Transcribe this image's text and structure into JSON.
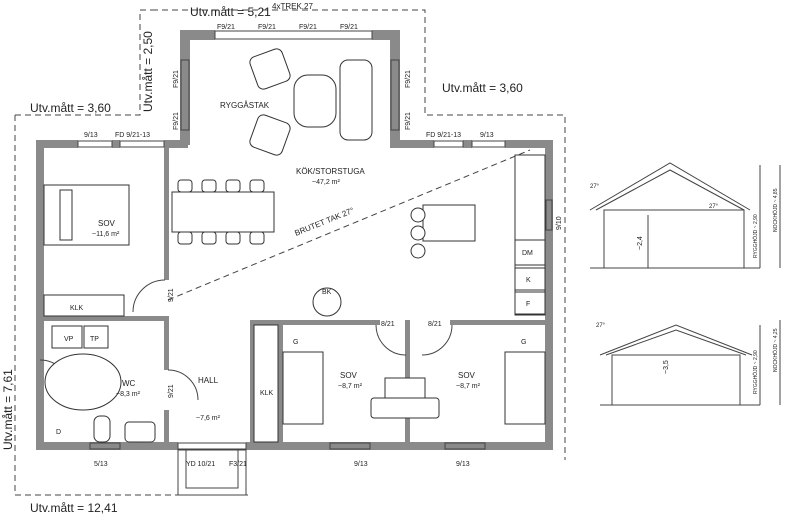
{
  "dimensions": {
    "top_center": "Utv.mått = 5,21",
    "trek": "4xTREK.27",
    "left_upper": "Utv.mått = 2,50",
    "left_wing": "Utv.mått = 3,60",
    "right_wing": "Utv.mått = 3,60",
    "left_side": "Utv.mått = 7,61",
    "bottom": "Utv.mått = 12,41"
  },
  "rooms": {
    "ryggastak": "RYGGÅSTAK",
    "kok": "KÖK/STORSTUGA",
    "kok_area": "~47,2 m²",
    "brutet": "BRUTET TAK 27°",
    "sov1": "SOV",
    "sov1_area": "~11,6 m²",
    "wc": "WC",
    "wc_area": "~8,3 m²",
    "hall": "HALL",
    "hall_area": "~7,6 m²",
    "sov2": "SOV",
    "sov2_area": "~8,7 m²",
    "sov3": "SOV",
    "sov3_area": "~8,7 m²"
  },
  "fixtures": {
    "klk1": "KLK",
    "klk2": "KLK",
    "vp": "VP",
    "tp": "TP",
    "d": "D",
    "bk": "BK",
    "dm": "DM",
    "k": "K",
    "f": "F",
    "g1": "G",
    "g2": "G"
  },
  "openings": {
    "f921_a": "F9/21",
    "f921_b": "F9/21",
    "f921_c": "F9/21",
    "f921_d": "F9/21",
    "f921_l1": "F9/21",
    "f921_l2": "F9/21",
    "f921_r1": "F9/21",
    "f921_r2": "F9/21",
    "w913_l": "9/13",
    "fd_l": "FD 9/21-13",
    "fd_r": "FD 9/21-13",
    "w913_r": "9/13",
    "w910": "9/10",
    "d921_a": "9/21",
    "d921_b": "9/21",
    "d821_a": "8/21",
    "d821_b": "8/21",
    "w513": "5/13",
    "yd": "YD 10/21",
    "f321": "F3/21",
    "w913_b1": "9/13",
    "w913_b2": "9/13"
  },
  "sections": {
    "s1_angle_l": "27°",
    "s1_angle_c": "27°",
    "s1_height": "~2,4",
    "s1_rygg": "RYGGHÖJD ~ 2,90",
    "s1_nock": "NOCKHÖJD ~ 4,85",
    "s2_angle": "27°",
    "s2_height": "~3,5",
    "s2_rygg": "RYGGHÖJD ~ 2,90",
    "s2_nock": "NOCKHÖJD ~ 4,25"
  }
}
